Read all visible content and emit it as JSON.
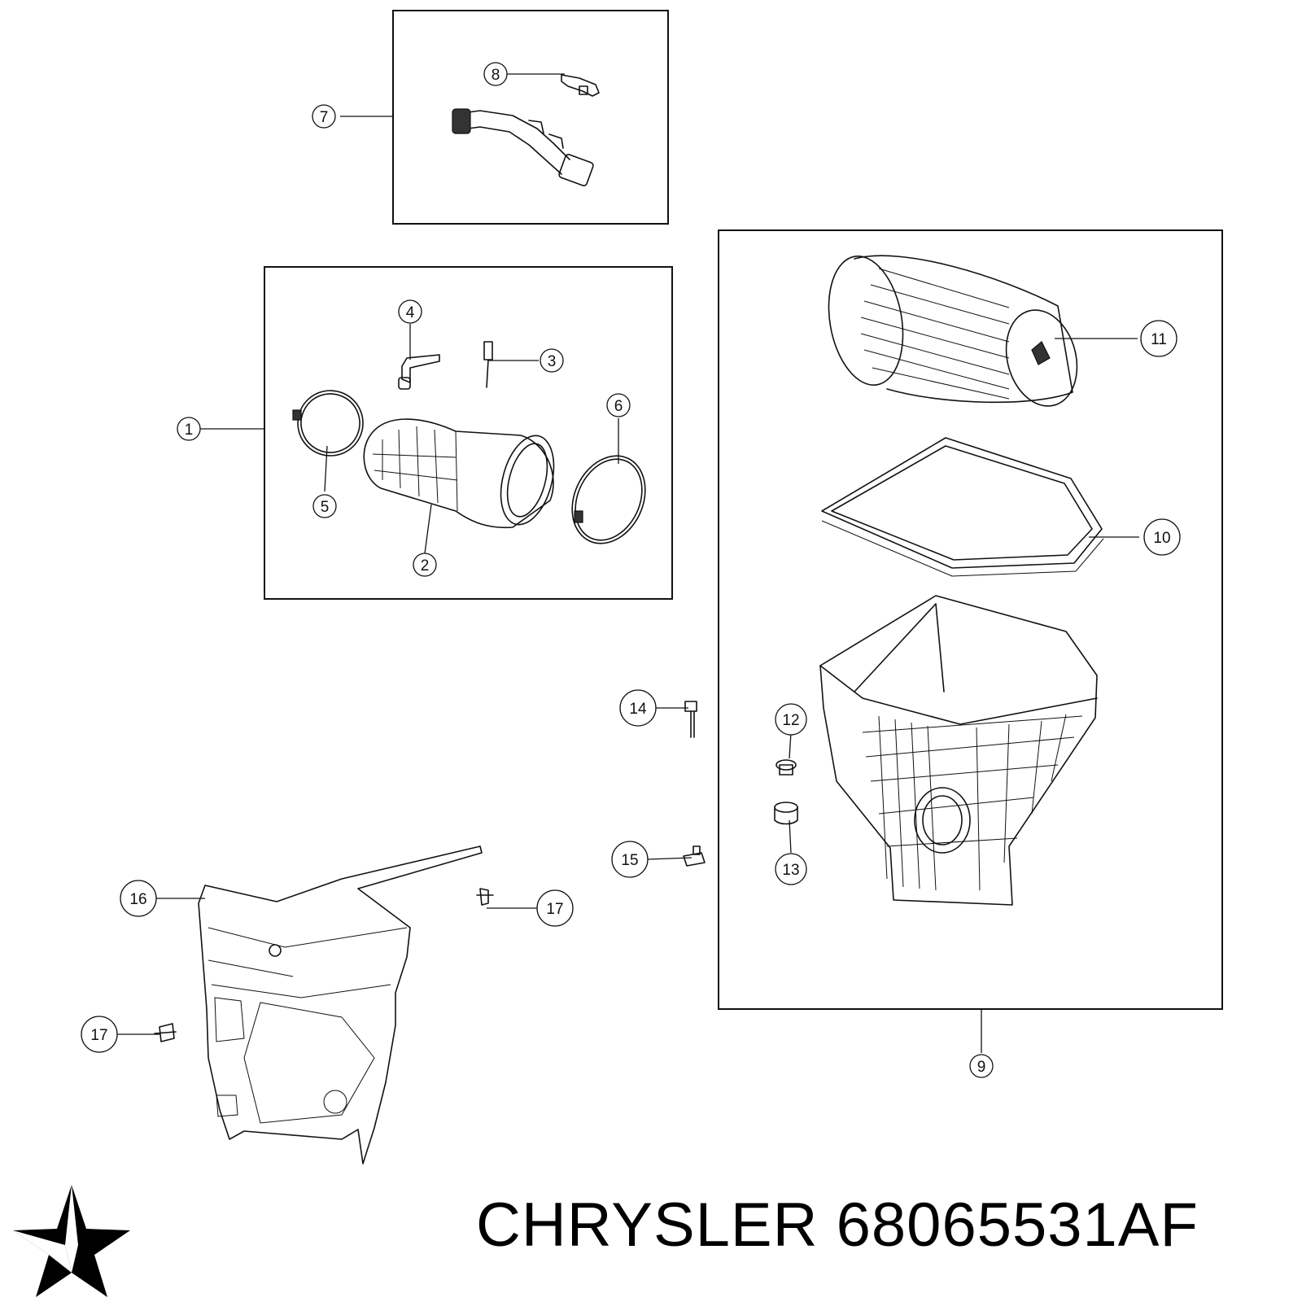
{
  "callouts": [
    "1",
    "2",
    "3",
    "4",
    "5",
    "6",
    "7",
    "8",
    "9",
    "10",
    "11",
    "12",
    "13",
    "14",
    "15",
    "16",
    "17",
    "17"
  ],
  "footer": {
    "brand": "CHRYSLER",
    "part_number": "68065531AF"
  },
  "logo": {
    "icon": "pentastar-icon",
    "color": "#000000"
  }
}
